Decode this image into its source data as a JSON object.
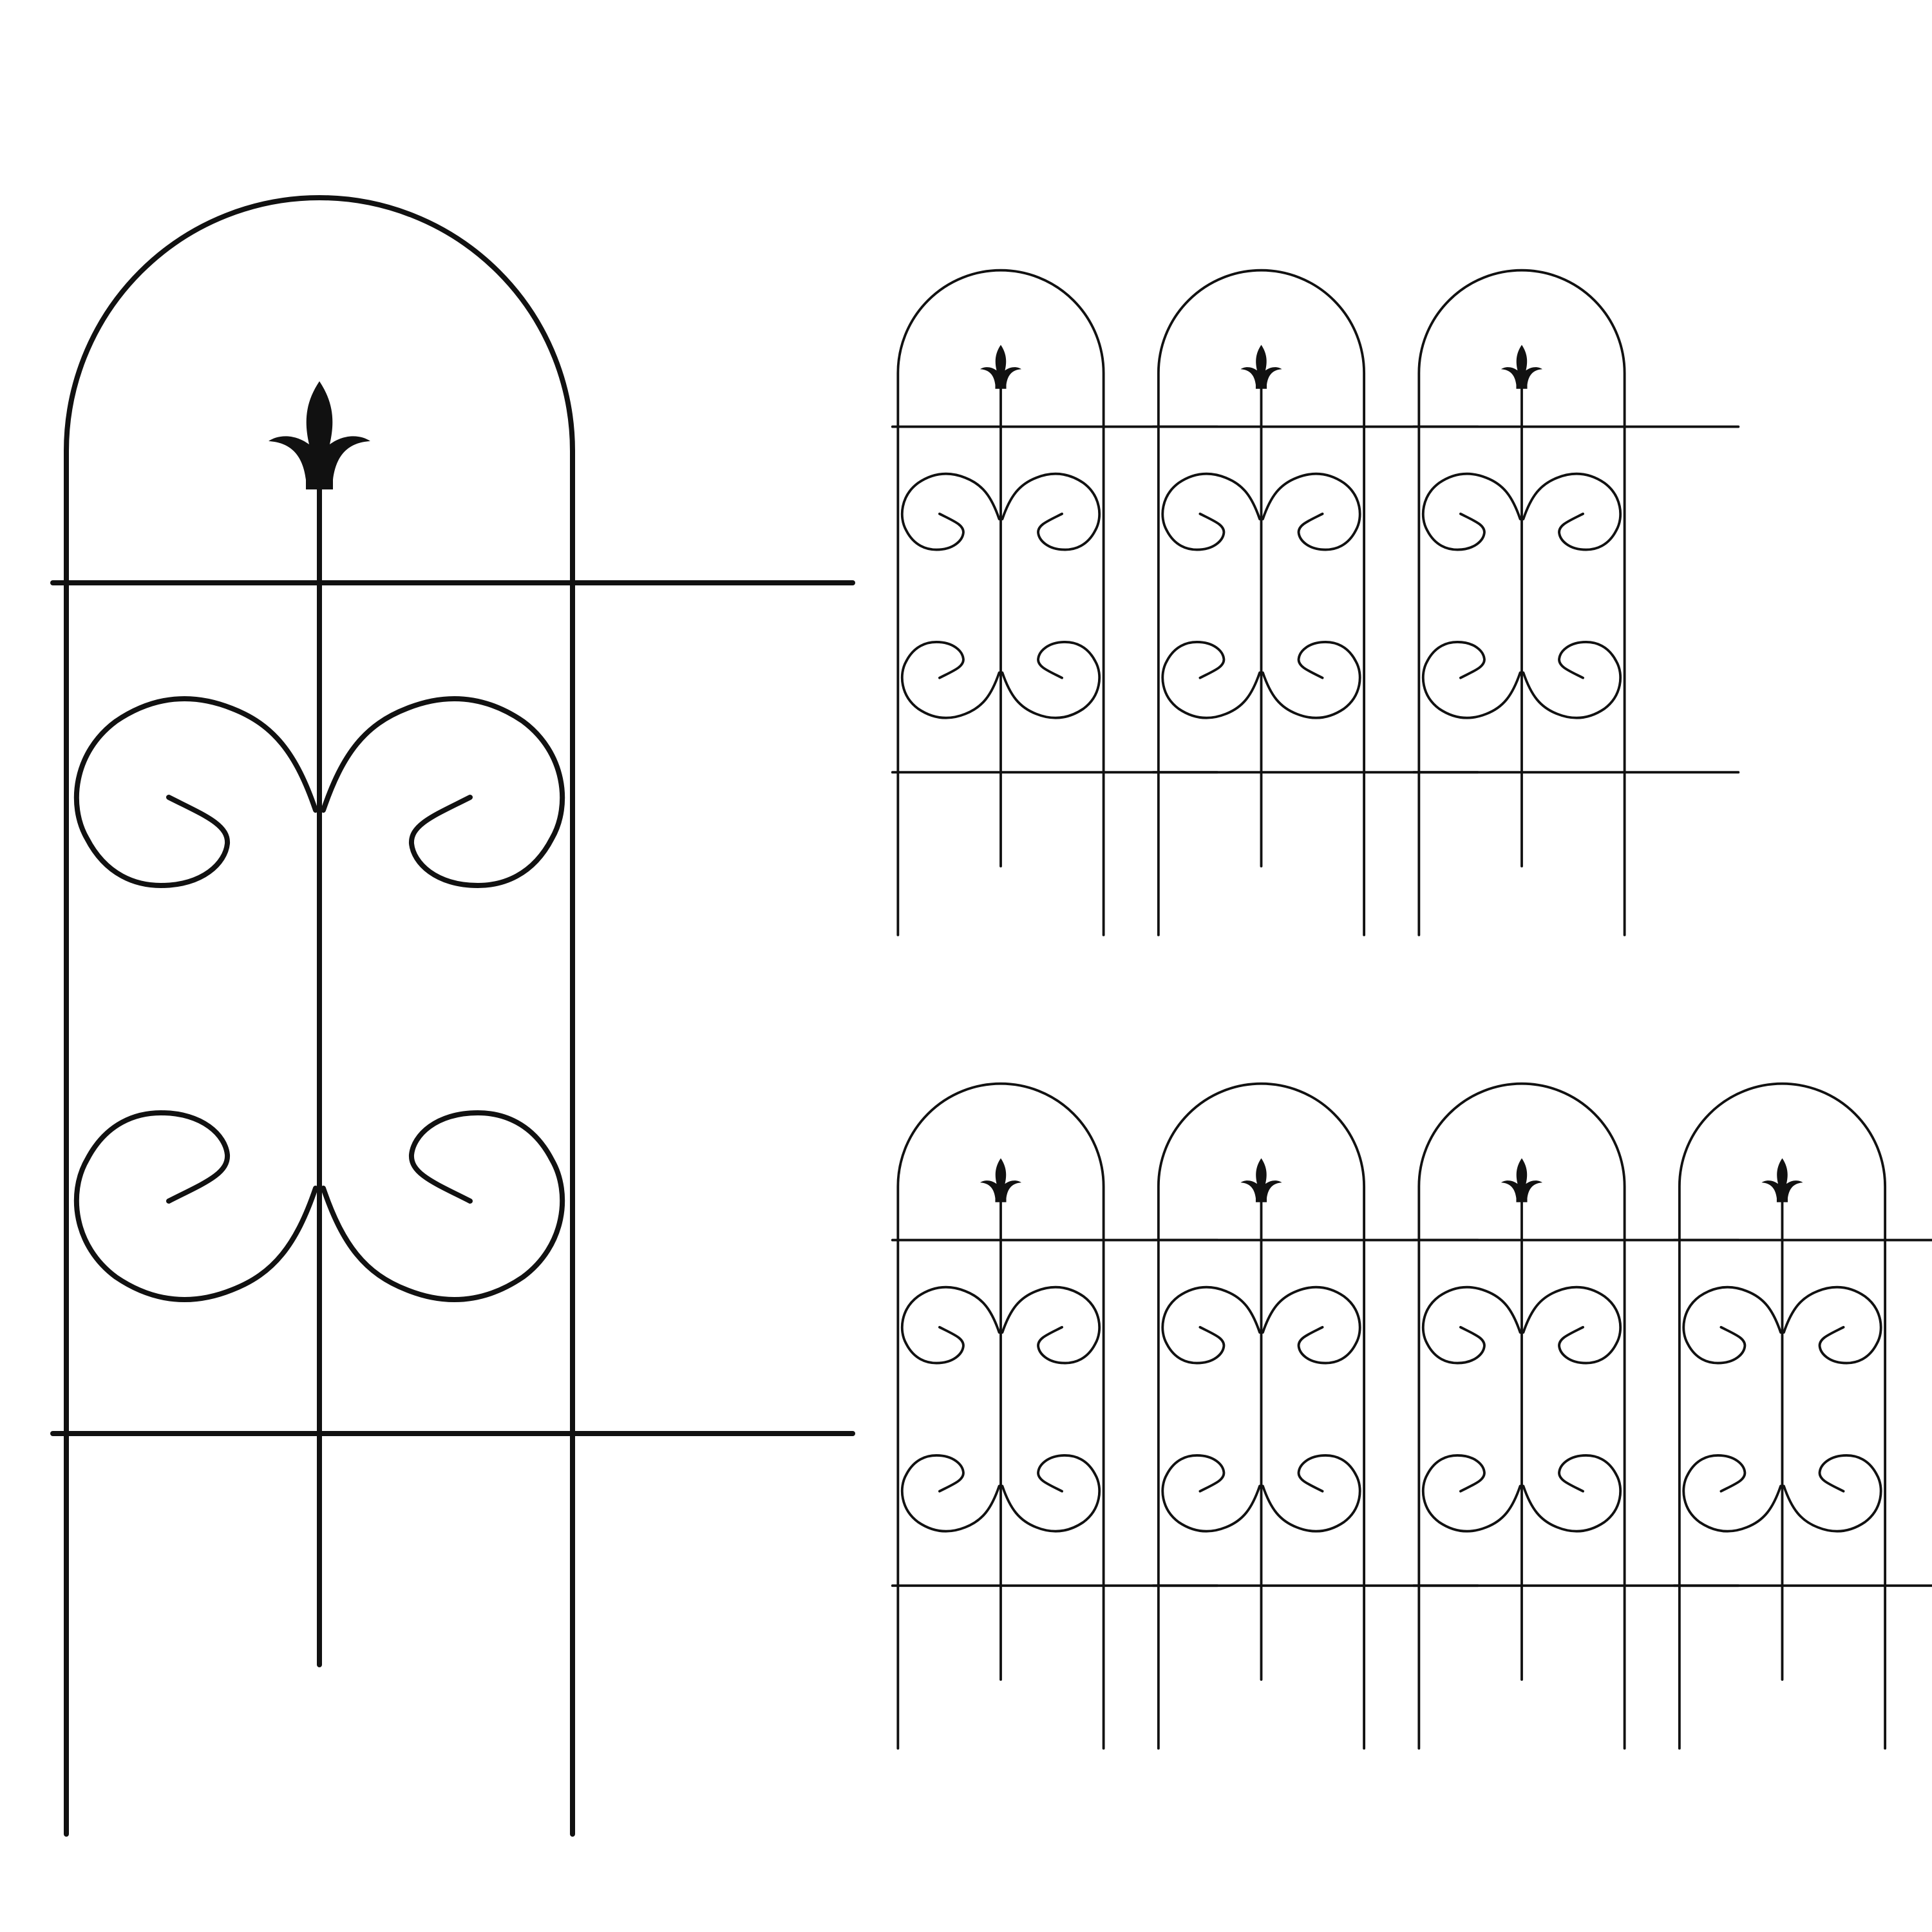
{
  "colors": {
    "background": "#ffffff",
    "metal": "#111111"
  },
  "panels": {
    "featured_count": 1,
    "small_top_row_count": 3,
    "small_bottom_row_count": 4
  }
}
